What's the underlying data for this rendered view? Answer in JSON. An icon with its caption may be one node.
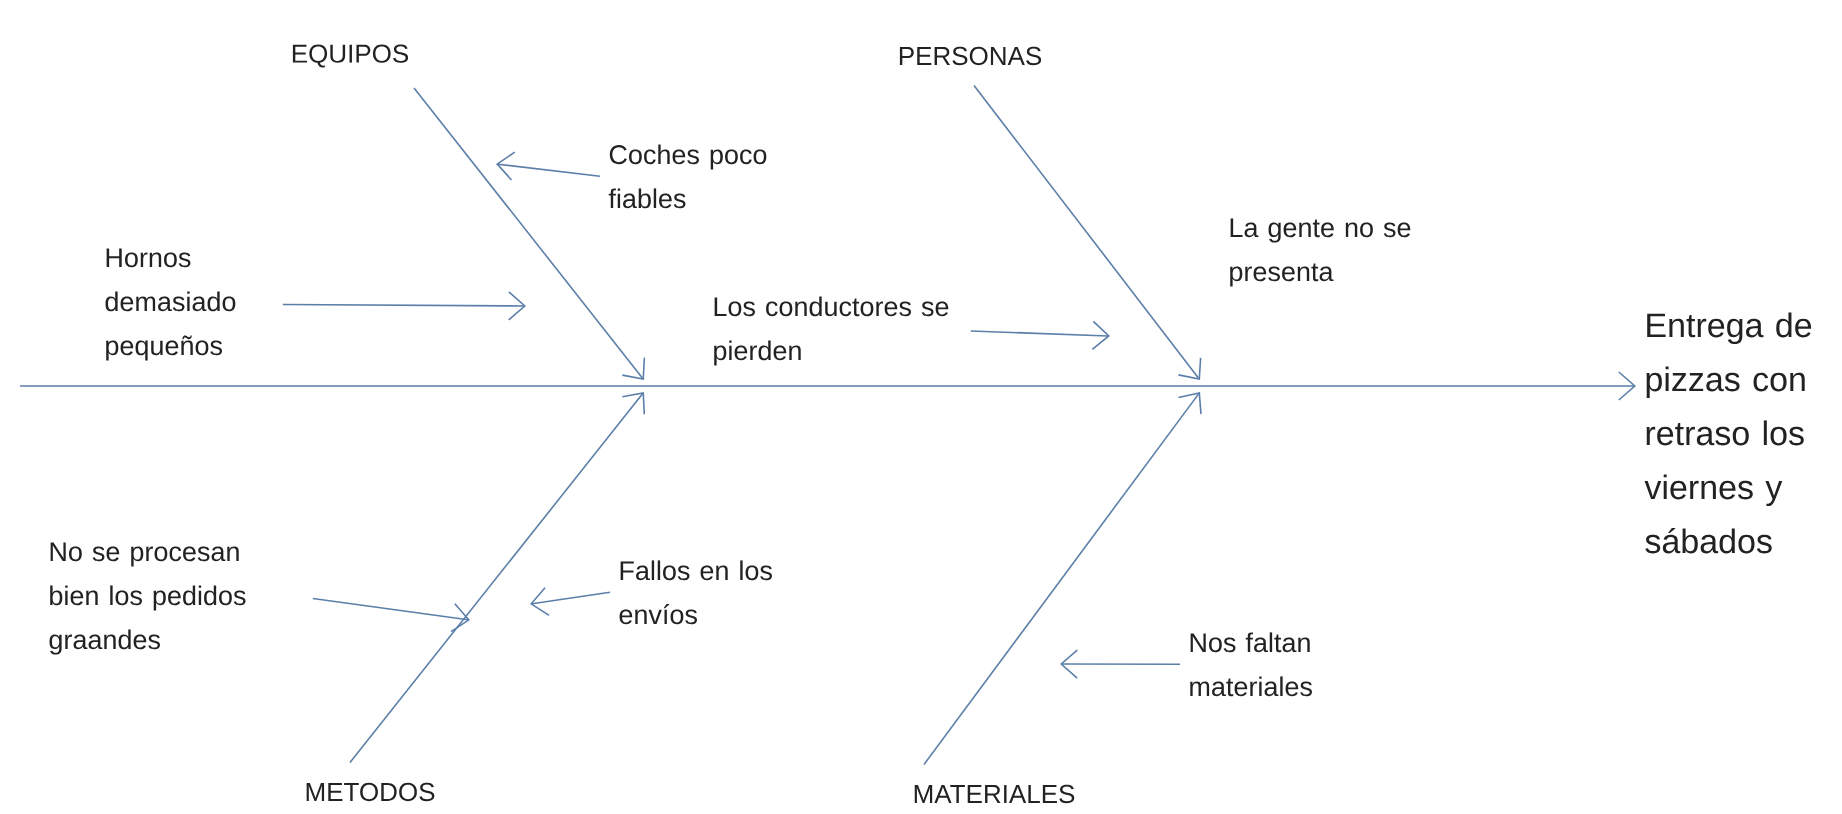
{
  "diagram": {
    "nodes": [
      {
        "text": [
          "EQUIPOS"
        ]
      },
      {
        "text": [
          "PERSONAS"
        ]
      },
      {
        "text": [
          "METODOS"
        ]
      },
      {
        "text": [
          "MATERIALES"
        ]
      },
      {
        "text": [
          "Coches poco fiables"
        ]
      },
      {
        "text": [
          "Hornos demasiado pequeños"
        ]
      },
      {
        "text": [
          "Los conductores se pierden"
        ]
      },
      {
        "text": [
          "No se procesan bien los pedidos graandes"
        ]
      },
      {
        "text": [
          "Fallos en los envíos"
        ]
      },
      {
        "text": [
          "Nos faltan materiales"
        ]
      },
      {
        "text": [
          "Entrega de pizzas con retraso los viernes y sábados"
        ]
      }
    ],
    "edges": [
      {
        "from": null,
        "to": 10,
        "arrow": "to"
      },
      {
        "from": 0,
        "to": null,
        "arrow": "to"
      },
      {
        "from": 1,
        "to": null,
        "arrow": "to"
      },
      {
        "from": 2,
        "to": null,
        "arrow": "to"
      },
      {
        "from": 3,
        "to": null,
        "arrow": "to"
      },
      {
        "from": 4,
        "to": null,
        "arrow": "to"
      },
      {
        "from": 5,
        "to": null,
        "arrow": "to"
      },
      {
        "from": 6,
        "to": null,
        "arrow": "to"
      },
      {
        "from": 7,
        "to": null,
        "arrow": "to"
      },
      {
        "from": 8,
        "to": null,
        "arrow": "to"
      },
      {
        "from": 9,
        "to": null,
        "arrow": "to"
      }
    ],
    "labels": [
      "La gente no se presenta"
    ]
  }
}
